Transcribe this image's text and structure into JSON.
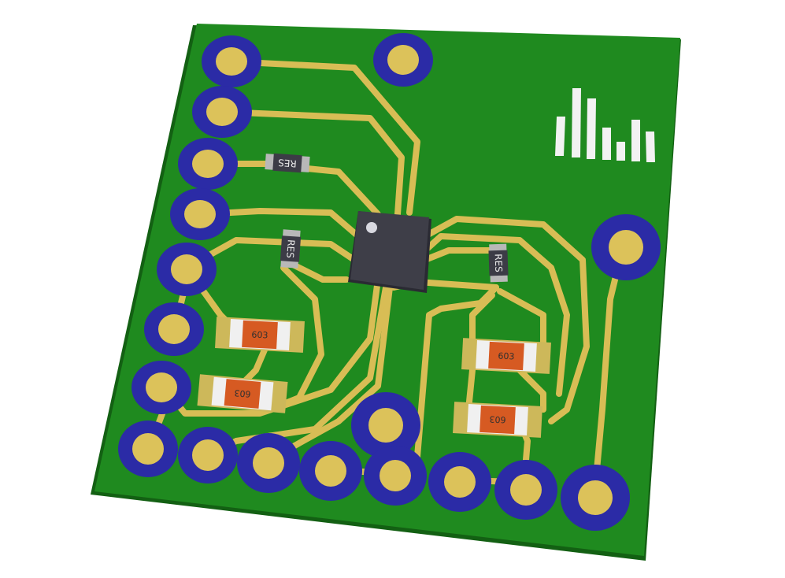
{
  "scene": {
    "description_label": "",
    "colors": {
      "background": "#ffffff",
      "board": "#1f8a1f",
      "board_edge": "#136013",
      "pad_ring": "#2b2ba6",
      "pad_ring_dark": "#1a1a80",
      "pad": "#dcc25a",
      "trace": "#d8bd55",
      "chip": "#3a3a44",
      "chip_top": "#4a4a55",
      "res_body": "#3c3c46",
      "res_end": "#b8b8b8",
      "cap_body": "#d65a22",
      "cap_end": "#f0f0f0",
      "logo": "#f2f2f2"
    }
  },
  "components": {
    "resistors": [
      {
        "label": "RES"
      },
      {
        "label": "RES"
      },
      {
        "label": "RES"
      }
    ],
    "capacitors": [
      {
        "label": "603"
      },
      {
        "label": "603"
      },
      {
        "label": "603"
      },
      {
        "label": "603"
      }
    ],
    "ic": {
      "pins_visible": true
    }
  }
}
